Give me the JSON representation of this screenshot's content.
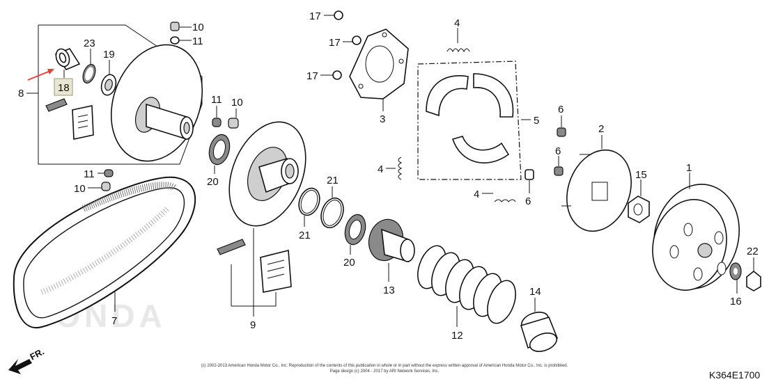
{
  "diagram": {
    "labels": {
      "l1": "1",
      "l2": "2",
      "l3": "3",
      "l4a": "4",
      "l4b": "4",
      "l4c": "4",
      "l5": "5",
      "l6a": "6",
      "l6b": "6",
      "l6c": "6",
      "l7": "7",
      "l8": "8",
      "l9": "9",
      "l10a": "10",
      "l10b": "10",
      "l10c": "10",
      "l11a": "11",
      "l11b": "11",
      "l11c": "11",
      "l12": "12",
      "l13": "13",
      "l14": "14",
      "l15": "15",
      "l16": "16",
      "l17a": "17",
      "l17b": "17",
      "l17c": "17",
      "l18": "18",
      "l19": "19",
      "l20a": "20",
      "l20b": "20",
      "l21a": "21",
      "l21b": "21",
      "l22": "22",
      "l23": "23"
    },
    "front_marker": "FR.",
    "copyright_line1": "(c) 2002-2013 American Honda Motor Co., Inc. Reproduction of the contents of this publication in whole or in part without the express written approval of American Honda Motor Co., Inc. is prohibited.",
    "copyright_line2": "Page design (c) 2004 - 2017 by ARI Network Services, Inc.",
    "diagram_code": "K364E1700",
    "watermark": "HONDA",
    "highlight_color": "#e9e6d2",
    "arrow_color": "#e0453a"
  }
}
